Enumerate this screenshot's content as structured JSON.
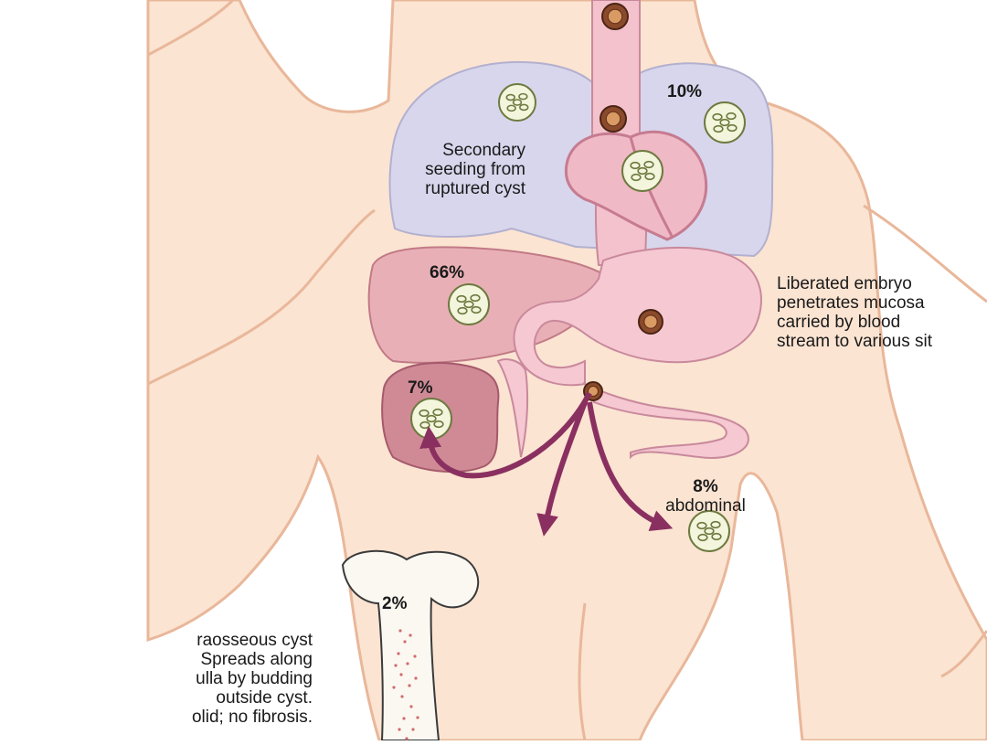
{
  "labels": {
    "lung_pct": "10%",
    "liver_pct": "66%",
    "kidney_pct": "7%",
    "abdominal_pct": "8%",
    "abdominal_word": "abdominal",
    "bone_pct": "2%",
    "secondary_seeding": [
      "Secondary",
      "seeding from",
      "ruptured cyst"
    ],
    "liberated_embryo": [
      "Liberated embryo",
      "penetrates mucosa",
      "carried by blood",
      "stream to various sit"
    ],
    "intraosseous": [
      "raosseous cyst",
      "Spreads along",
      "ulla by budding",
      "outside cyst.",
      "olid; no fibrosis."
    ]
  },
  "colors": {
    "skin": "#fbe4d2",
    "skin_outline": "#e9b79a",
    "lung": "#d8d6ec",
    "liver": "#e8b0b6",
    "kidney": "#cf8a96",
    "gut": "#f5c8d2",
    "heart": "#f0b9c6",
    "arrow": "#8a3060",
    "cyst_fill": "#f3f5dc",
    "cyst_outline": "#6d7a40",
    "bone": "#fbf8f2",
    "marrow": "#d26a6a"
  }
}
